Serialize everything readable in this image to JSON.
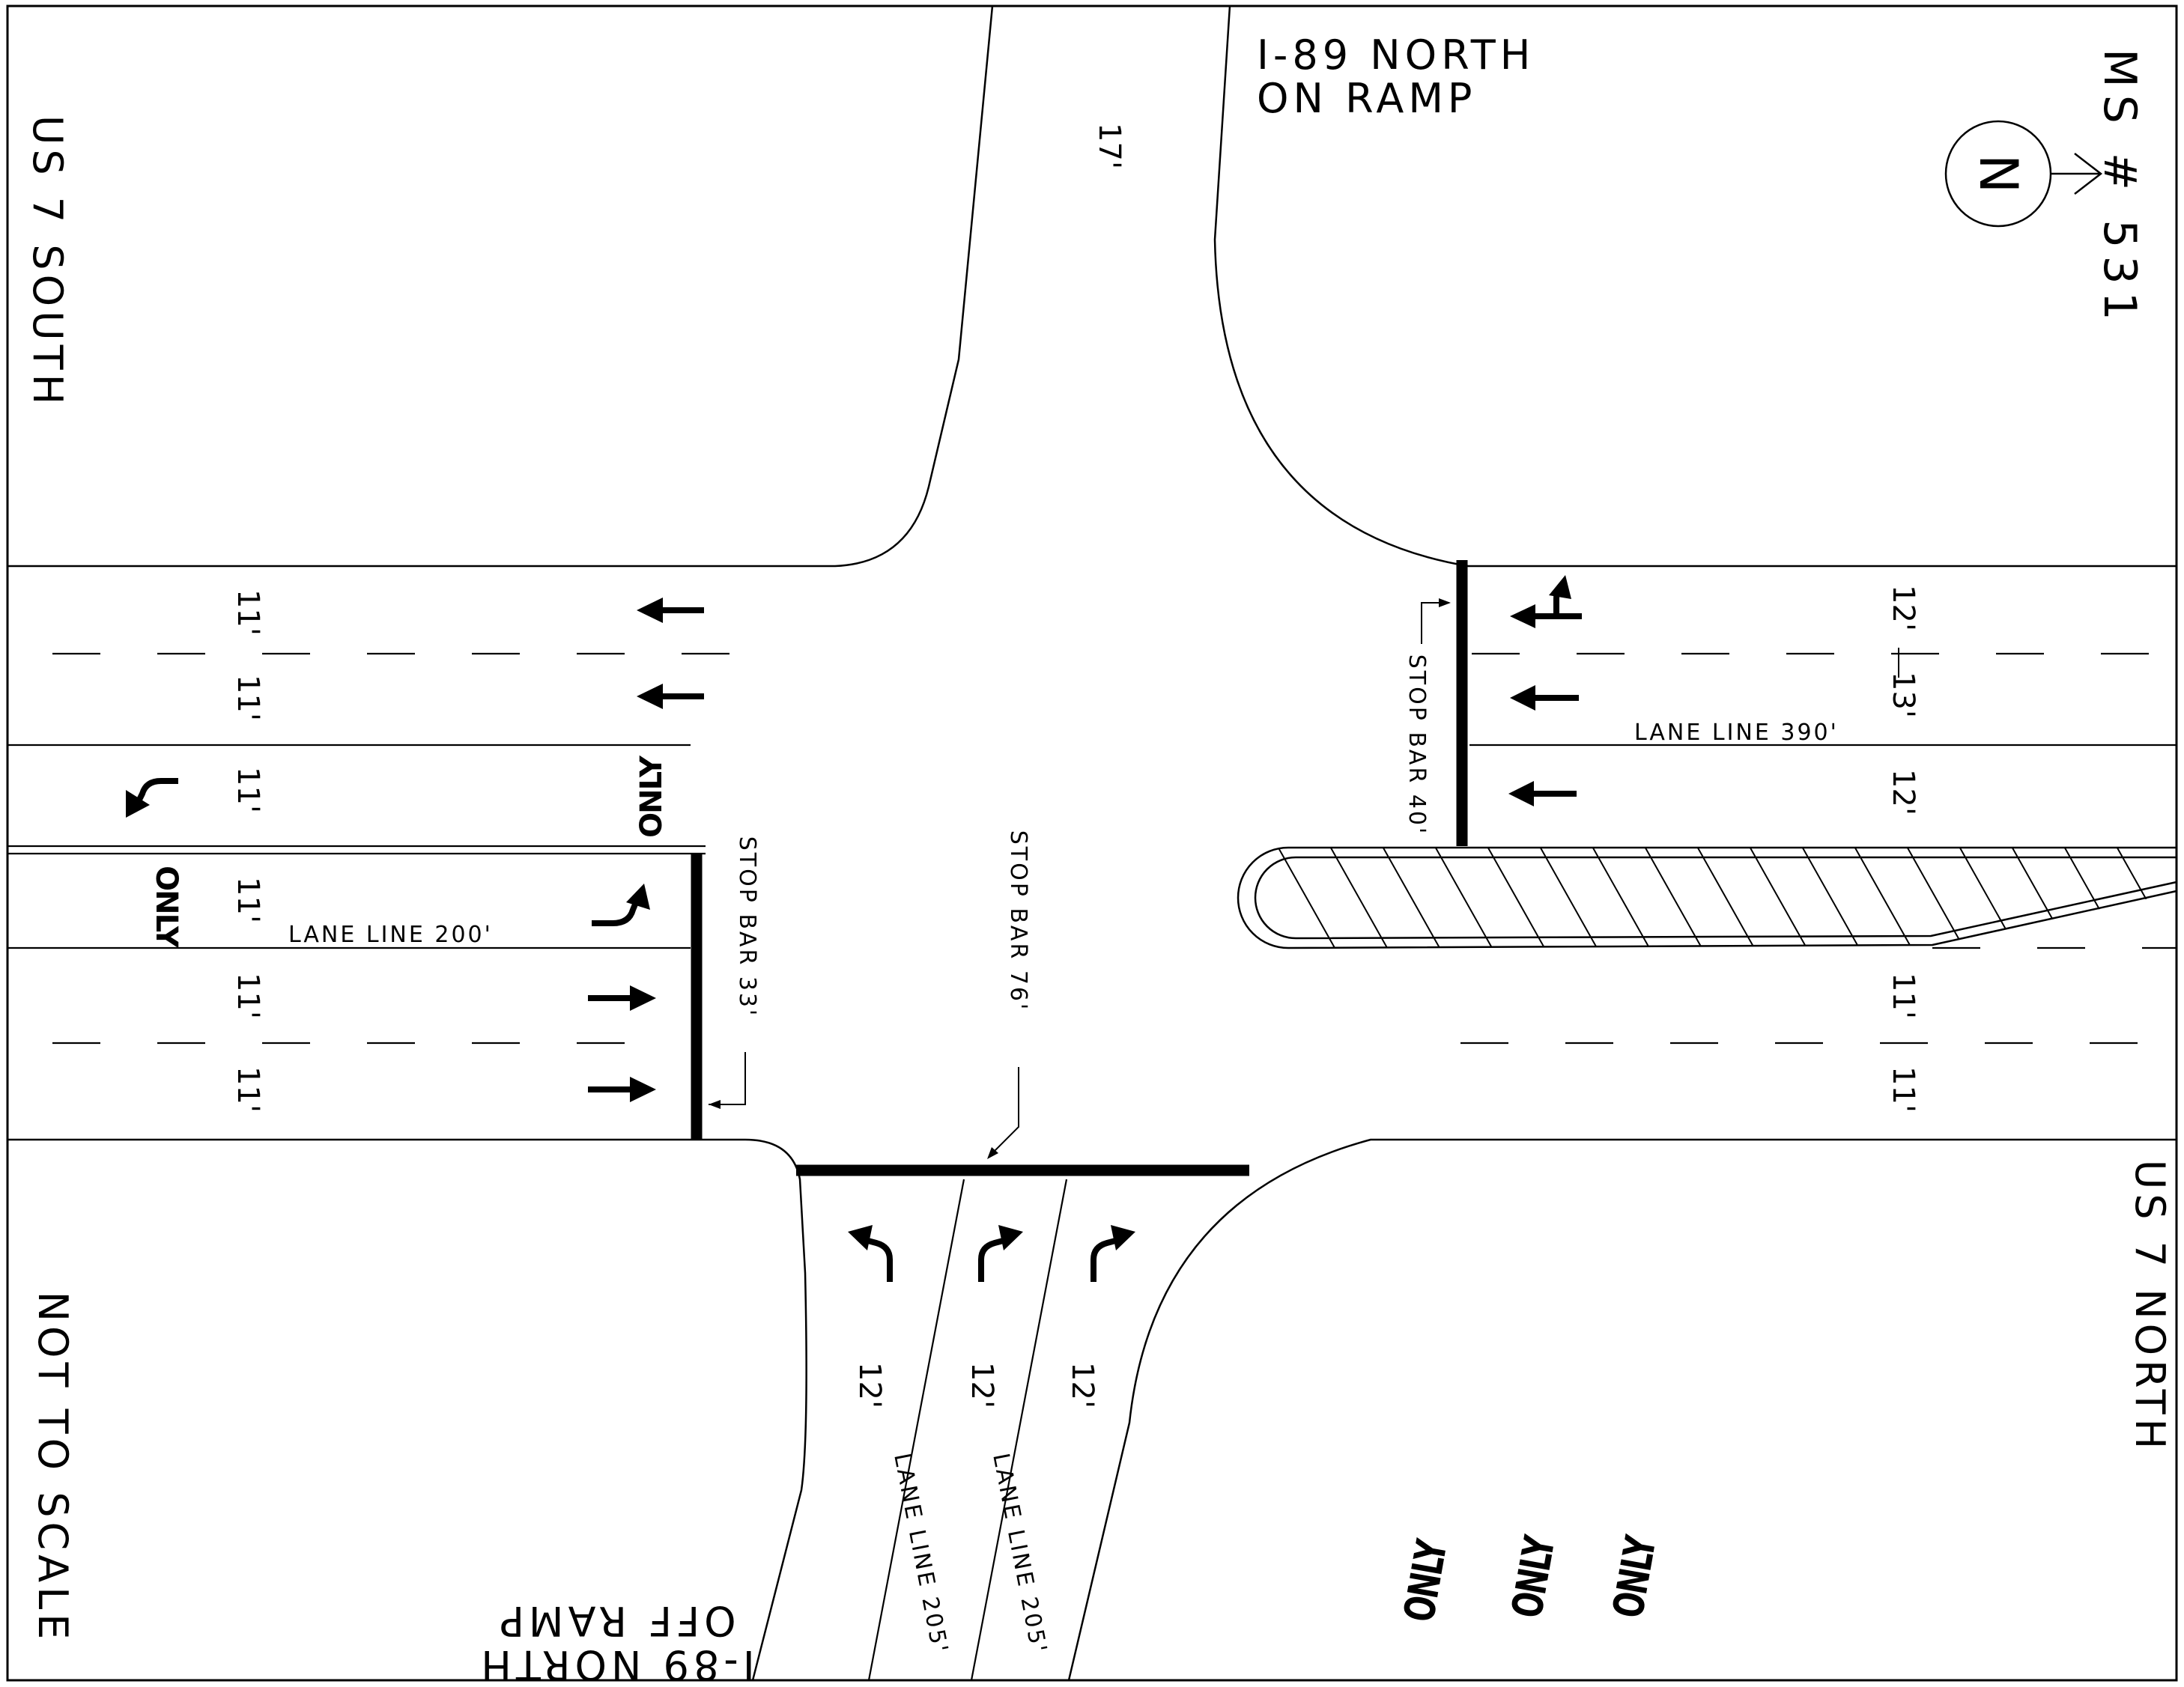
{
  "drawing": {
    "border_color": "#000000",
    "background_color": "#ffffff",
    "north_symbol": {
      "icon": "north-arrow-icon",
      "letter": "N"
    },
    "sheet_id": "MS # 531",
    "scale_note": "NOT TO SCALE"
  },
  "roads": {
    "on_ramp_line1": "I-89 NORTH",
    "on_ramp_line2": "ON RAMP",
    "off_ramp_line1": "I-89 NORTH",
    "off_ramp_line2": "OFF RAMP",
    "us7_south": "US 7 SOUTH",
    "us7_north": "US 7 NORTH"
  },
  "dimensions": {
    "on_ramp_width": "17'",
    "west_lanes": [
      "11'",
      "11'",
      "11'",
      "11'",
      "11'",
      "11'"
    ],
    "east_lanes": [
      "12'",
      "13'",
      "12'",
      "11'",
      "11'"
    ],
    "south_lanes": [
      "12'",
      "12'",
      "12'"
    ]
  },
  "stop_bars": {
    "west": "STOP BAR 33'",
    "south": "STOP BAR 76'",
    "east": "STOP BAR 40'"
  },
  "lane_lines": {
    "west": "LANE LINE 200'",
    "east": "LANE LINE 390'",
    "south_left": "LANE LINE 205'",
    "south_right": "LANE LINE 205'"
  },
  "pavement_words": {
    "west_upper": "ONLY",
    "west_lower": "ONLY",
    "south": [
      "ONLY",
      "ONLY",
      "ONLY"
    ]
  },
  "pavement_arrows": [
    "through-arrow-icon",
    "left-turn-arrow-icon",
    "u-turn-arrow-icon",
    "right-turn-arrow-icon",
    "left-through-arrow-icon"
  ]
}
